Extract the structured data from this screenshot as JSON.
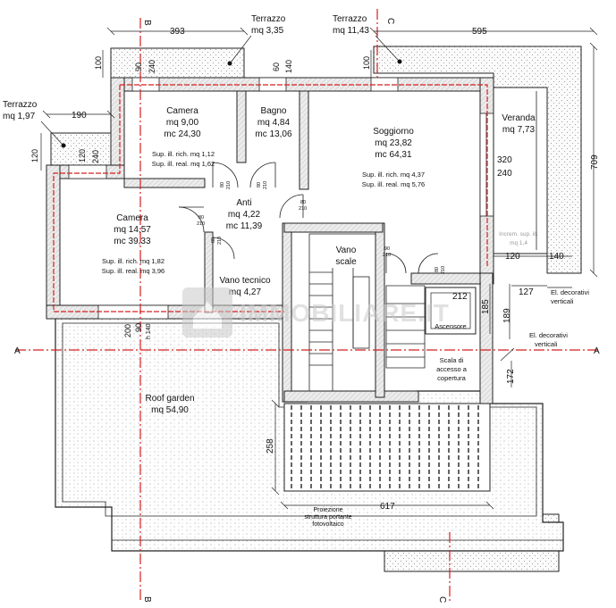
{
  "colors": {
    "wall_fill": "#e6e6e6",
    "section_line": "#d42020",
    "ink": "#111111",
    "watermark": "#c9c9c9"
  },
  "section_markers": {
    "a": "A",
    "b": "B",
    "c": "C"
  },
  "terraces": [
    {
      "name": "Terrazzo",
      "area": "mq 3,35"
    },
    {
      "name": "Terrazzo",
      "area": "mq 11,43"
    },
    {
      "name": "Terrazzo",
      "area": "mq 1,97"
    }
  ],
  "rooms": {
    "camera1": {
      "name": "Camera",
      "area": "mq 9,00",
      "volume": "mc 24,30",
      "sup1": "Sup. ill. rich. mq 1,12",
      "sup2": "Sup. ill. real. mq 1,62"
    },
    "bagno": {
      "name": "Bagno",
      "area": "mq 4,84",
      "volume": "mc 13,06"
    },
    "soggiorno": {
      "name": "Soggiorno",
      "area": "mq 23,82",
      "volume": "mc 64,31",
      "sup1": "Sup. ill. rich. mq 4,37",
      "sup2": "Sup. ill. real. mq 5,76"
    },
    "veranda": {
      "name": "Veranda",
      "area": "mq 7,73",
      "increm1": "Increm. sup. ill.",
      "increm2": "mq 1,4"
    },
    "anti": {
      "name": "Anti",
      "area": "mq 4,22",
      "volume": "mc 11,39"
    },
    "camera2": {
      "name": "Camera",
      "area": "mq 14,57",
      "volume": "mc 39,33",
      "sup1": "Sup. ill. rich. mq 1,82",
      "sup2": "Sup. ill. real. mq 3,96"
    },
    "vano_scale": {
      "name1": "Vano",
      "name2": "scale"
    },
    "vano_tecnico": {
      "name": "Vano tecnico",
      "area": "mq 4,27"
    },
    "ascensore": {
      "name": "Ascensore"
    },
    "scala_accesso": {
      "l1": "Scala di",
      "l2": "accesso a",
      "l3": "copertura"
    },
    "roof_garden": {
      "name": "Roof garden",
      "area": "mq 54,90"
    },
    "proiezione": {
      "l1": "Proiezione",
      "l2": "struttura portante",
      "l3": "fotovoltaico"
    }
  },
  "decorativi": {
    "l1": "El. decorativi",
    "l2": "verticali"
  },
  "watermark": "IMMOBILIARE.IT",
  "dims": {
    "d393": "393",
    "d595": "595",
    "d709": "709",
    "d190": "190",
    "d617": "617",
    "d258": "258",
    "d212": "212",
    "d185": "185",
    "d189": "189",
    "d172": "172",
    "d127": "127",
    "d120": "120",
    "d140": "140",
    "d100a": "100",
    "d100b": "100",
    "d90a": "90",
    "d240a": "240",
    "d60": "60",
    "d140b": "140",
    "d120v": "120",
    "d120b": "120",
    "d240b": "240",
    "d320": "320",
    "d240c": "240",
    "d200": "200",
    "d90b": "90",
    "h140": "h 140"
  },
  "door_dims": {
    "a80": "80",
    "a210": "210",
    "b80": "80",
    "b210": "210",
    "c80": "80",
    "c210": "210",
    "d80": "80",
    "d210": "210",
    "e90": "90",
    "e210": "210",
    "f80": "80",
    "f210": "210",
    "g80": "80",
    "g210": "210"
  }
}
